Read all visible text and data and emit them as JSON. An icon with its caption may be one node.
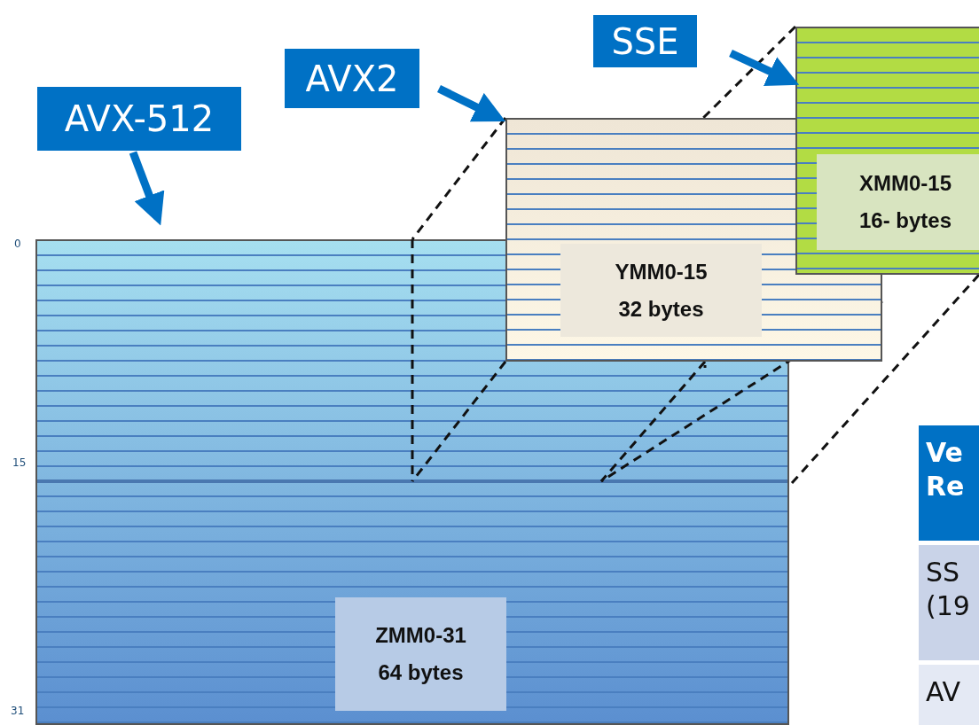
{
  "diagram": {
    "nodes": [
      {
        "text": [
          "AVX-512"
        ]
      },
      {
        "text": [
          "AVX2"
        ]
      },
      {
        "text": [
          "SSE"
        ]
      },
      {
        "text": [
          "ZMM0-31",
          "64 bytes"
        ]
      },
      {
        "text": [
          "YMM0-15",
          "32 bytes"
        ]
      },
      {
        "text": [
          "XMM0-15",
          "16- bytes"
        ]
      }
    ],
    "edges": [
      {
        "from": 0,
        "to": 3,
        "arrow": "to"
      },
      {
        "from": 1,
        "to": 4,
        "arrow": "to"
      },
      {
        "from": 2,
        "to": 5,
        "arrow": "to"
      }
    ],
    "labels": [
      "0",
      "15",
      "31",
      "Ve Re",
      "SS (19",
      "AV"
    ]
  }
}
